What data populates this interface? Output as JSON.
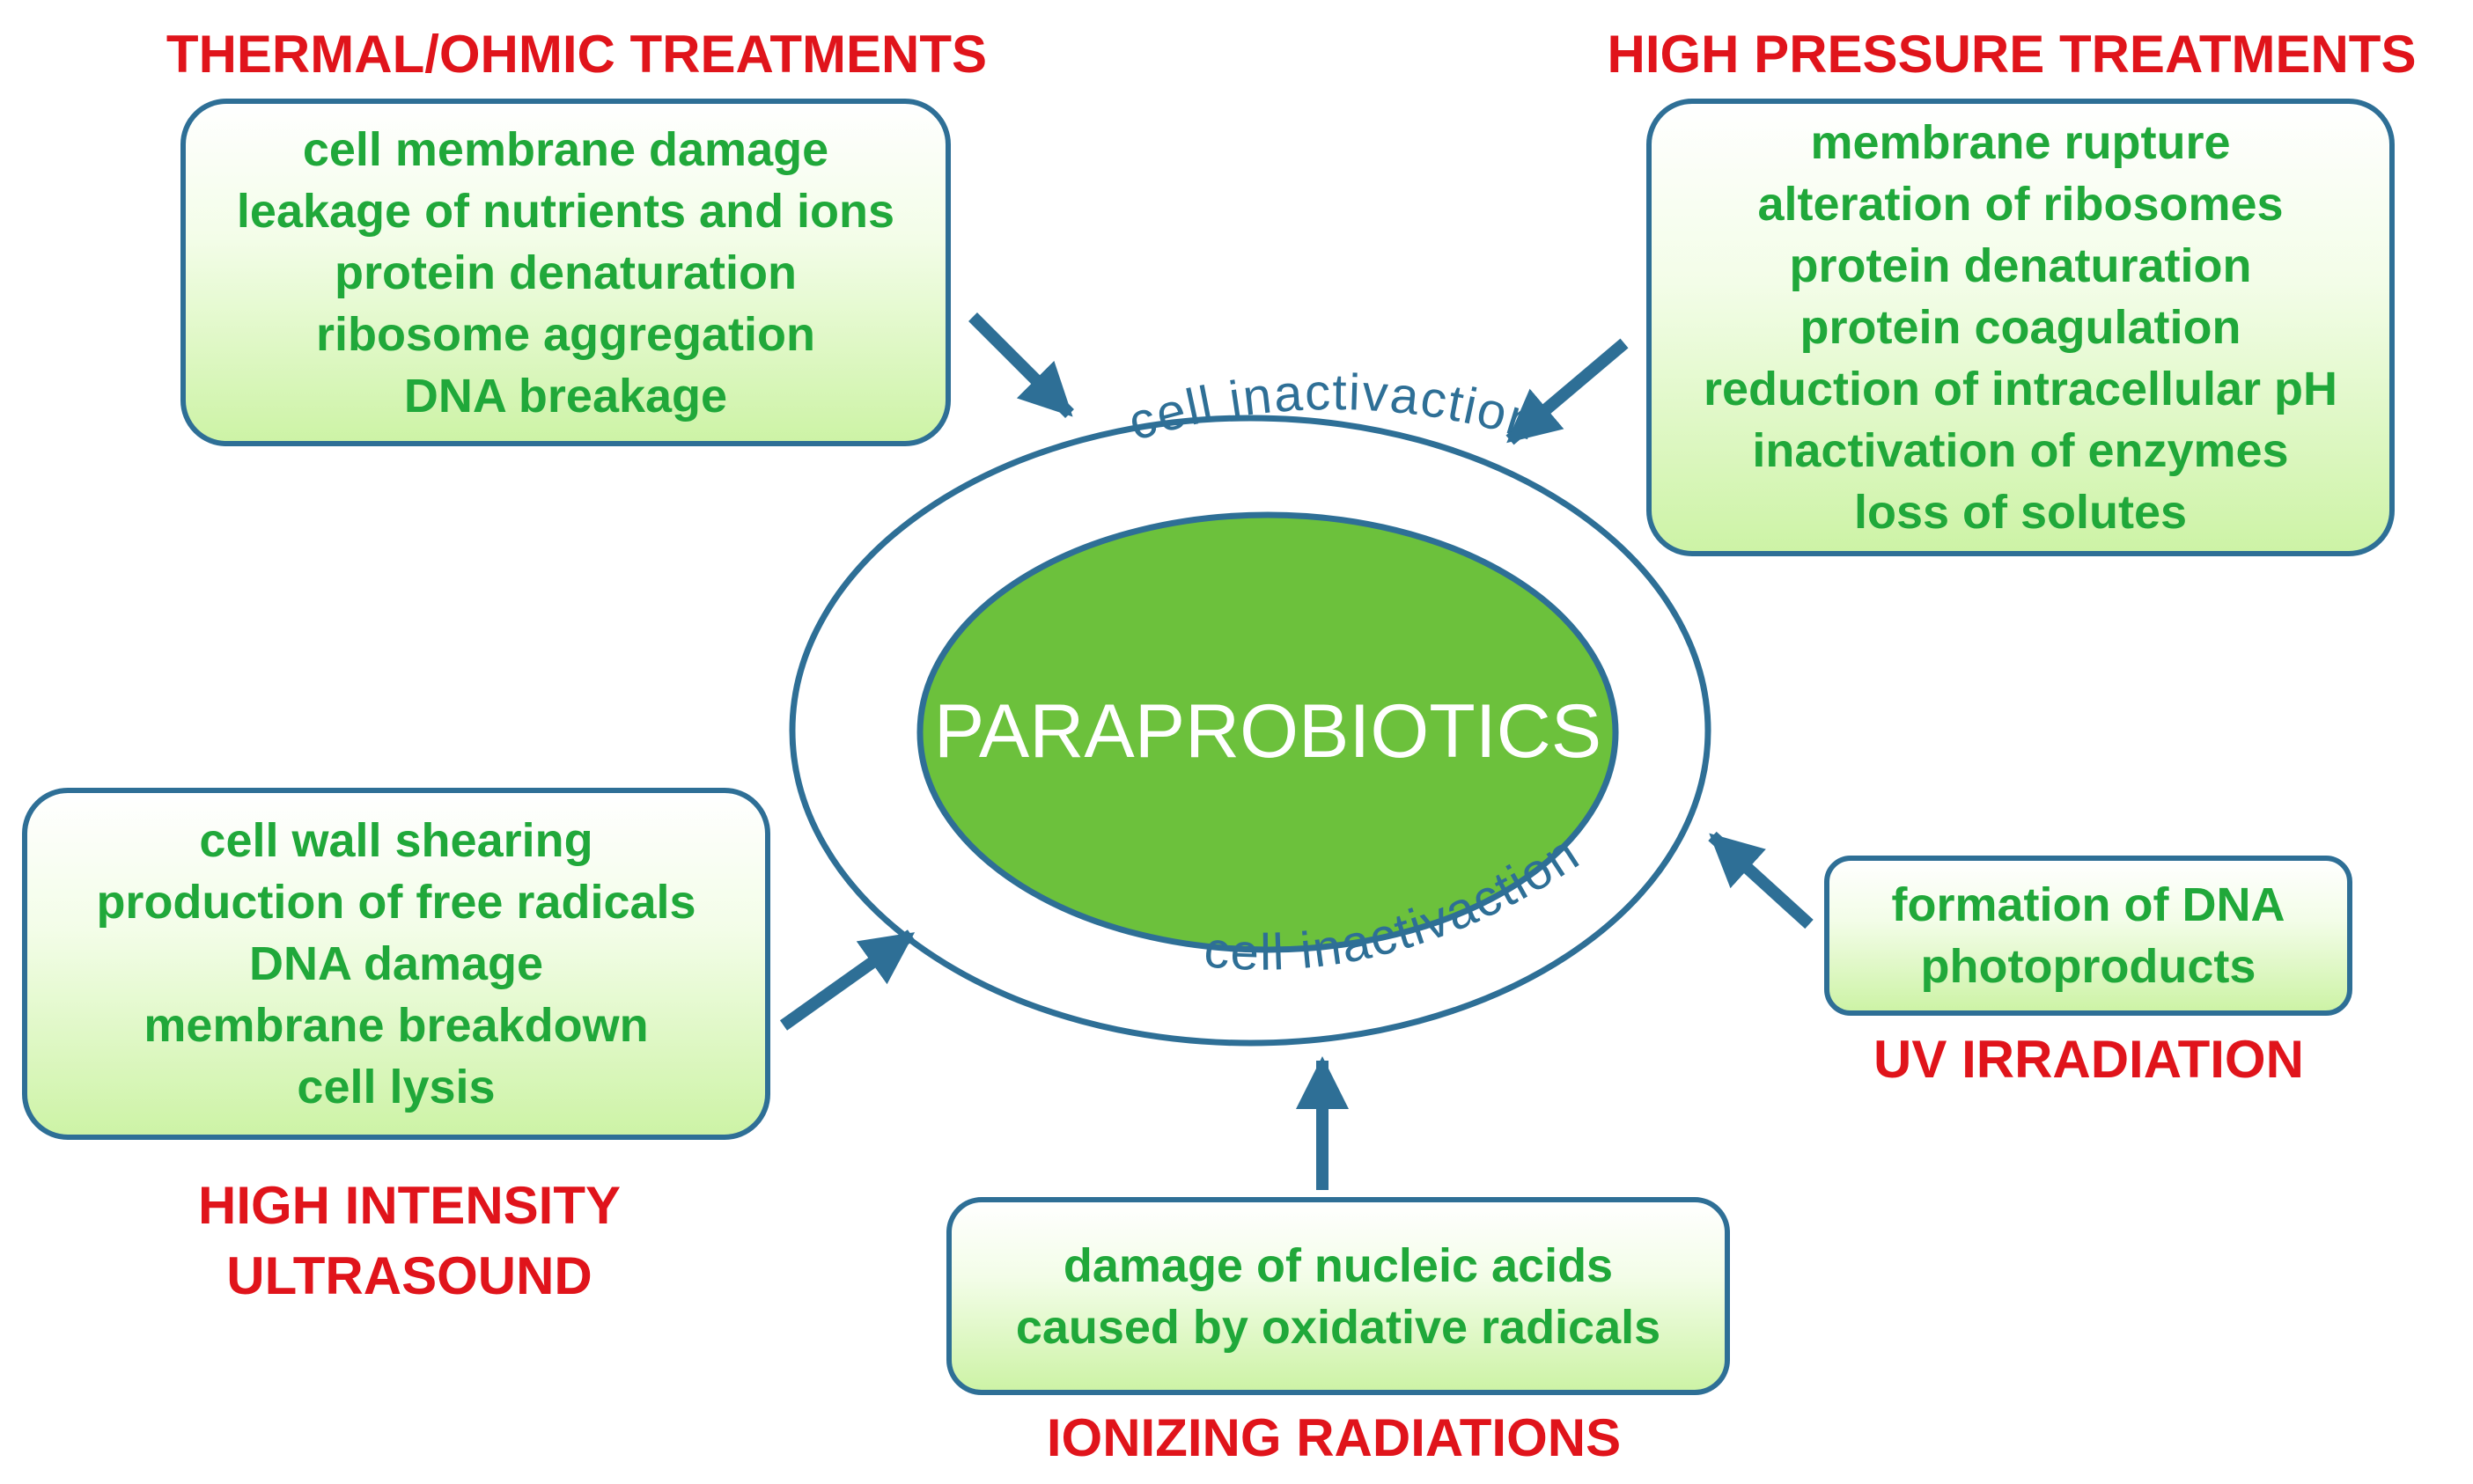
{
  "center": {
    "label": "PARAPROBIOTICS",
    "ring_label_top": "cell inactivaction",
    "ring_label_bottom": "cell inactivaction"
  },
  "treatments": {
    "thermal": {
      "title": "THERMAL/OHMIC TREATMENTS",
      "effects": [
        "cell membrane damage",
        "leakage of nutrients and ions",
        "protein denaturation",
        "ribosome aggregation",
        "DNA breakage"
      ]
    },
    "pressure": {
      "title": "HIGH PRESSURE TREATMENTS",
      "effects": [
        "membrane rupture",
        "alteration of ribosomes",
        "protein denaturation",
        "protein coagulation",
        "reduction of intracellular pH",
        "inactivation of enzymes",
        "loss of solutes"
      ]
    },
    "ultrasound": {
      "title_lines": [
        "HIGH INTENSITY",
        "ULTRASOUND"
      ],
      "effects": [
        "cell wall shearing",
        "production of free radicals",
        "DNA damage",
        "membrane breakdown",
        "cell lysis"
      ]
    },
    "uv": {
      "title": "UV IRRADIATION",
      "effects": [
        "formation of DNA",
        "photoproducts"
      ]
    },
    "ionizing": {
      "title": "IONIZING RADIATIONS",
      "effects": [
        "damage of nucleic acids",
        "caused by oxidative radicals"
      ]
    }
  },
  "colors": {
    "heading": "#e0141b",
    "effect_text": "#20a83a",
    "outline": "#2e6f96",
    "cell_fill": "#6cc13c",
    "center_text": "#ffffff"
  }
}
